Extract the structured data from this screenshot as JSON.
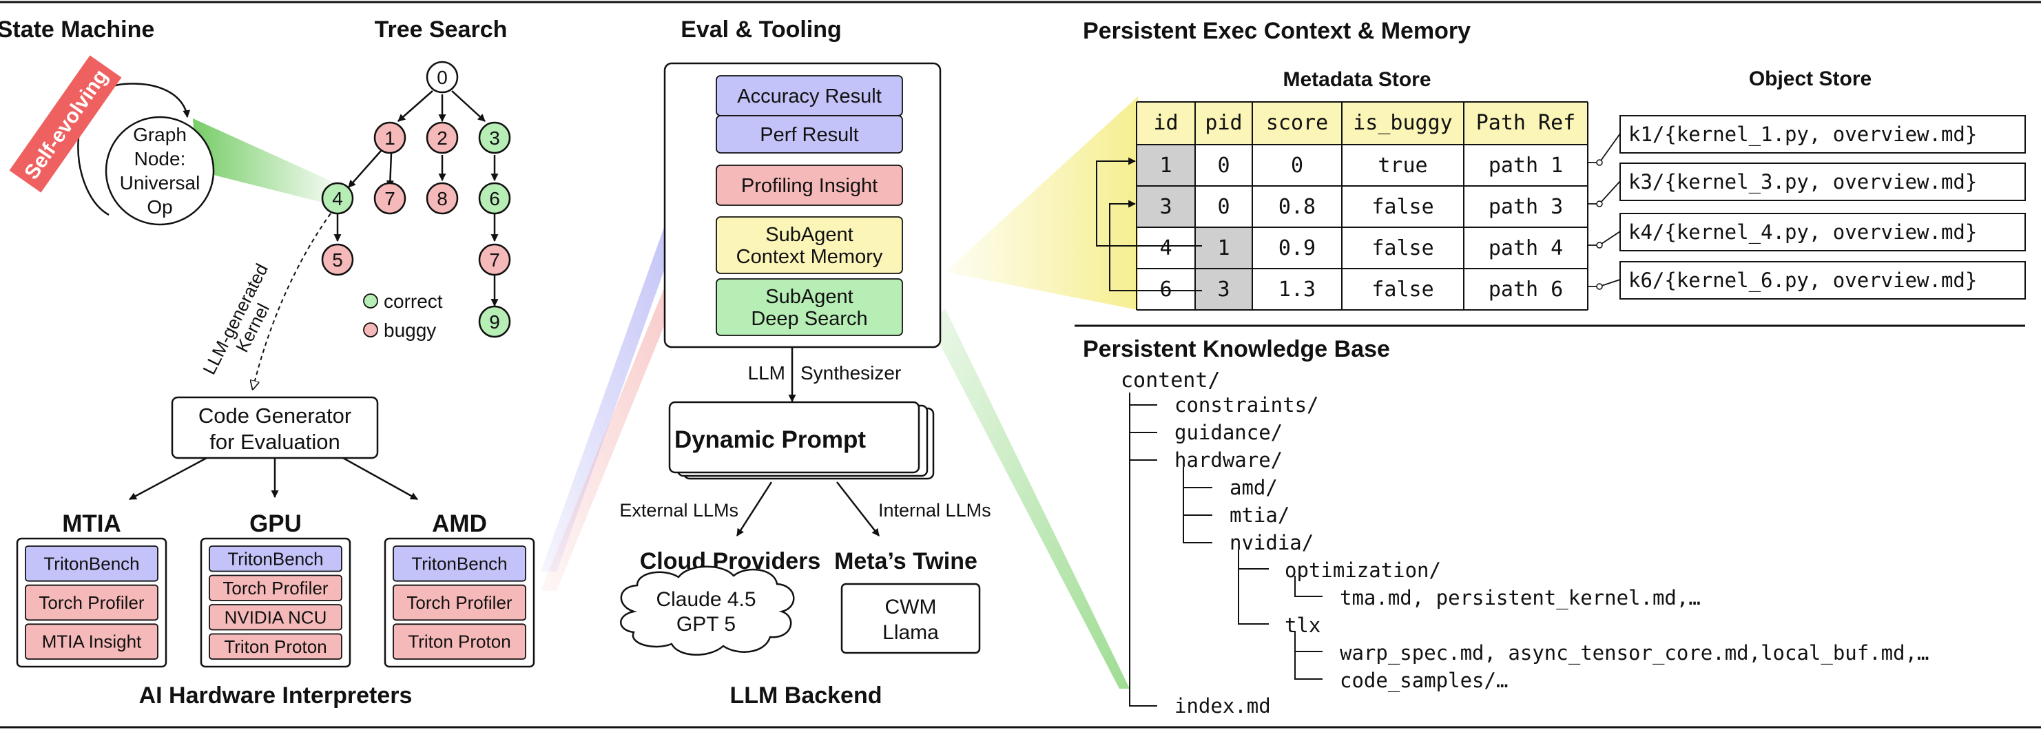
{
  "colors": {
    "blue": "#c3c3f9",
    "pink": "#f6b9b9",
    "yellow": "#fbf5b8",
    "green": "#b7eeb6",
    "gray": "#cfcfcf",
    "red_badge": "#ef6060",
    "beam_green": "#7fd16f",
    "beam_blue": "#9f9ff0",
    "beam_pink": "#f2a0a0",
    "beam_yellow": "#f4ed8f"
  },
  "state_machine": {
    "title": "State Machine",
    "badge": "Self-evolving",
    "node_lines": [
      "Graph",
      "Node:",
      "Universal",
      "Op"
    ]
  },
  "tree_search": {
    "title": "Tree Search",
    "nodes": [
      {
        "label": "0",
        "status": "neutral"
      },
      {
        "label": "1",
        "status": "buggy"
      },
      {
        "label": "2",
        "status": "buggy"
      },
      {
        "label": "3",
        "status": "correct"
      },
      {
        "label": "4",
        "status": "correct"
      },
      {
        "label": "7",
        "status": "buggy"
      },
      {
        "label": "8",
        "status": "buggy"
      },
      {
        "label": "6",
        "status": "correct"
      },
      {
        "label": "5",
        "status": "buggy"
      },
      {
        "label": "7",
        "status": "buggy"
      },
      {
        "label": "9",
        "status": "correct"
      }
    ],
    "legend": [
      {
        "label": "correct",
        "status": "correct"
      },
      {
        "label": "buggy",
        "status": "buggy"
      }
    ],
    "edge_label_lines": [
      "LLM-generated",
      "Kernel"
    ]
  },
  "code_generator": {
    "lines": [
      "Code Generator",
      "for Evaluation"
    ]
  },
  "hardware": {
    "caption": "AI Hardware Interpreters",
    "columns": [
      {
        "title": "MTIA",
        "items": [
          {
            "label": "TritonBench",
            "color": "blue"
          },
          {
            "label": "Torch Profiler",
            "color": "pink"
          },
          {
            "label": "MTIA Insight",
            "color": "pink"
          }
        ]
      },
      {
        "title": "GPU",
        "items": [
          {
            "label": "TritonBench",
            "color": "blue"
          },
          {
            "label": "Torch Profiler",
            "color": "pink"
          },
          {
            "label": "NVIDIA NCU",
            "color": "pink"
          },
          {
            "label": "Triton Proton",
            "color": "pink"
          }
        ]
      },
      {
        "title": "AMD",
        "items": [
          {
            "label": "TritonBench",
            "color": "blue"
          },
          {
            "label": "Torch Profiler",
            "color": "pink"
          },
          {
            "label": "Triton Proton",
            "color": "pink"
          }
        ]
      }
    ]
  },
  "eval_tooling": {
    "title": "Eval & Tooling",
    "items": [
      {
        "lines": [
          "Accuracy Result"
        ],
        "color": "blue"
      },
      {
        "lines": [
          "Perf Result"
        ],
        "color": "blue"
      },
      {
        "lines": [
          "Profiling Insight"
        ],
        "color": "pink"
      },
      {
        "lines": [
          "SubAgent",
          "Context Memory"
        ],
        "color": "yellow"
      },
      {
        "lines": [
          "SubAgent",
          "Deep Search"
        ],
        "color": "green"
      }
    ],
    "arrow_label_left": "LLM",
    "arrow_label_right": "Synthesizer"
  },
  "dynamic_prompt": {
    "label": "Dynamic Prompt",
    "left_edge_label": "External LLMs",
    "right_edge_label": "Internal LLMs"
  },
  "llm_backend": {
    "caption": "LLM Backend",
    "cloud": {
      "title": "Cloud Providers",
      "lines": [
        "Claude 4.5",
        "GPT 5"
      ]
    },
    "internal": {
      "title": "Meta’s Twine",
      "lines": [
        "CWM",
        "Llama"
      ]
    }
  },
  "exec_context": {
    "title": "Persistent Exec Context & Memory",
    "metadata_title": "Metadata Store",
    "object_title": "Object Store",
    "columns": [
      "id",
      "pid",
      "score",
      "is_buggy",
      "Path Ref"
    ],
    "rows": [
      {
        "id": "1",
        "pid": "0",
        "score": "0",
        "is_buggy": "true",
        "path": "path 1",
        "object": "k1/{kernel_1.py, overview.md}"
      },
      {
        "id": "3",
        "pid": "0",
        "score": "0.8",
        "is_buggy": "false",
        "path": "path 3",
        "object": "k3/{kernel_3.py, overview.md}"
      },
      {
        "id": "4",
        "pid": "1",
        "score": "0.9",
        "is_buggy": "false",
        "path": "path 4",
        "object": "k4/{kernel_4.py, overview.md}"
      },
      {
        "id": "6",
        "pid": "3",
        "score": "1.3",
        "is_buggy": "false",
        "path": "path 6",
        "object": "k6/{kernel_6.py, overview.md}"
      }
    ]
  },
  "knowledge_base": {
    "title": "Persistent Knowledge Base",
    "root": "content/",
    "entries": [
      {
        "depth": 1,
        "label": "constraints/"
      },
      {
        "depth": 1,
        "label": "guidance/"
      },
      {
        "depth": 1,
        "label": "hardware/"
      },
      {
        "depth": 2,
        "label": "amd/"
      },
      {
        "depth": 2,
        "label": "mtia/"
      },
      {
        "depth": 2,
        "label": "nvidia/"
      },
      {
        "depth": 3,
        "label": "optimization/"
      },
      {
        "depth": 4,
        "label": "tma.md, persistent_kernel.md,…"
      },
      {
        "depth": 3,
        "label": "tlx"
      },
      {
        "depth": 4,
        "label": "warp_spec.md, async_tensor_core.md,local_buf.md,…"
      },
      {
        "depth": 4,
        "label": "code_samples/…"
      },
      {
        "depth": 1,
        "label": "index.md"
      }
    ]
  }
}
